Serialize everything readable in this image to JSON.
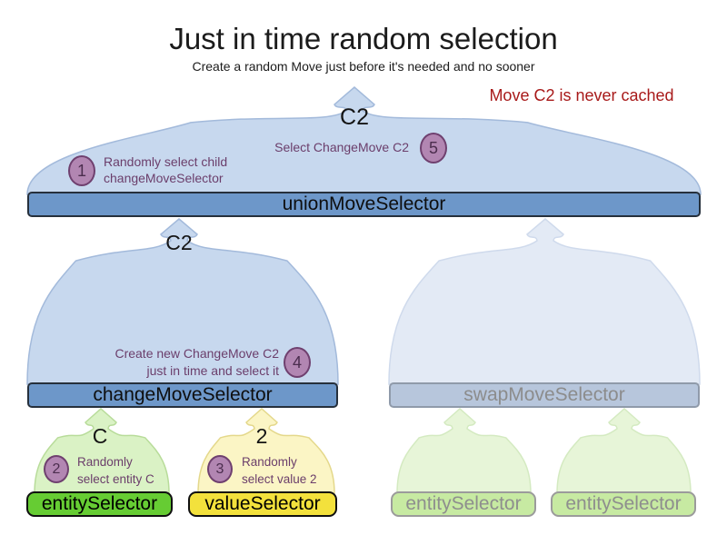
{
  "title": "Just in time random selection",
  "subtitle": "Create a random Move just before it's needed and no sooner",
  "note": "Move C2 is never cached",
  "labels": {
    "union_output": "C2",
    "change_output": "C2",
    "entity_output": "C",
    "value_output": "2"
  },
  "nodes": {
    "union": "unionMoveSelector",
    "change": "changeMoveSelector",
    "swap": "swapMoveSelector",
    "entity_active": "entitySelector",
    "value_active": "valueSelector",
    "entity_inactive_1": "entitySelector",
    "entity_inactive_2": "entitySelector"
  },
  "steps": [
    {
      "num": "1",
      "lines": [
        "Randomly select child",
        "changeMoveSelector"
      ]
    },
    {
      "num": "2",
      "lines": [
        "Randomly",
        "select entity C"
      ]
    },
    {
      "num": "3",
      "lines": [
        "Randomly",
        "select value 2"
      ]
    },
    {
      "num": "4",
      "lines": [
        "Create new ChangeMove C2",
        "just in time and select it"
      ]
    },
    {
      "num": "5",
      "lines": [
        "Select ChangeMove C2"
      ]
    }
  ],
  "colors": {
    "note_red": "#a81a1a",
    "active_bar": "#6d97c9",
    "inactive_bar": "#b7c6dc",
    "funnel_blue": "#c7d8ee",
    "funnel_blue_faded": "#e3eaf5",
    "funnel_green": "#daf2c5",
    "funnel_yellow": "#fbf5c5",
    "funnel_green_faded": "#e7f5d8",
    "entity_green": "#66cc33",
    "value_yellow": "#f3e13c",
    "inactive_leaf_green": "#c7eaa2",
    "step_circle_fill": "#b286b2",
    "step_circle_border": "#6f406f",
    "step_text_purple": "#6b3e6b"
  }
}
